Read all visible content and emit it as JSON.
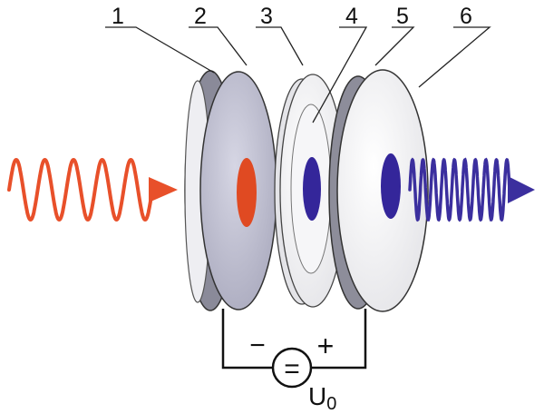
{
  "labels": [
    "1",
    "2",
    "3",
    "4",
    "5",
    "6"
  ],
  "circuit": {
    "minus": "−",
    "plus": "+",
    "source": "=",
    "voltage_main": "U",
    "voltage_sub": "0"
  },
  "colors": {
    "input_wave": "#e8502a",
    "output_wave": "#3b2f9e",
    "input_spot": "#e04a22",
    "output_spot": "#34269a",
    "plate_face": "#c4c4d6",
    "plate_rim": "#8c8c9c",
    "plate_white": "#f1f1f3"
  }
}
